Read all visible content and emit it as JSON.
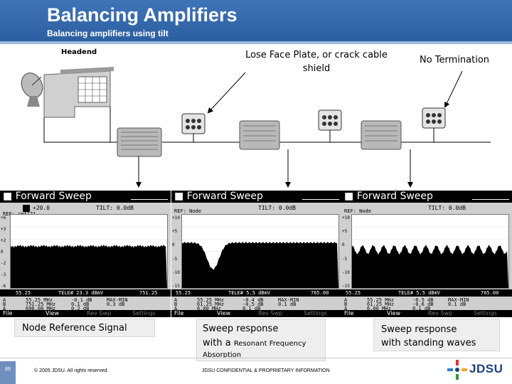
{
  "header": {
    "title": "Balancing Amplifiers",
    "subtitle": "Balancing amplifiers using tilt"
  },
  "diagram": {
    "headend_label": "Headend",
    "callout_face_plate_line1": "Lose Face Plate, or crack cable",
    "callout_face_plate_line2": "shield",
    "callout_no_termination": "No Termination"
  },
  "screens": [
    {
      "title": "Forward Sweep",
      "ref": "REF: ref121",
      "ref_value": "+20.0",
      "tilt": "TILT: 0.0dB",
      "status_icon": "sync-icon",
      "y_ticks": [
        "+6",
        "+3",
        "+2",
        "0",
        "-2",
        "-3",
        "-6"
      ],
      "x_start": "55.25",
      "x_mid": "TELE# 23.3 dBmV",
      "x_end": "751.25",
      "marker_rows": [
        [
          "A",
          "55.25 MHz",
          "-0.1 dB",
          "MAX-MIN"
        ],
        [
          "B",
          "751.25 MHz",
          "0.1 dB",
          "0.3 dB"
        ],
        [
          "Δ",
          "696.00 MHz",
          "0.2 dB",
          ""
        ]
      ],
      "menu": [
        "File",
        "View",
        "Rev Swp",
        "Settings"
      ],
      "trace": "flat"
    },
    {
      "title": "Forward Sweep",
      "ref": "REF: Node",
      "ref_value": "",
      "tilt": "TILT: 0.0dB",
      "status_icon": "",
      "y_ticks": [
        "+10",
        "+5",
        "0",
        "-5",
        "-10",
        "-15"
      ],
      "x_start": "55.25",
      "x_mid": "TELE# 5.5 dBmV",
      "x_end": "765.00",
      "marker_rows": [
        [
          "A",
          "55.25 MHz",
          "-0.4 dB",
          "MAX-MIN"
        ],
        [
          "B",
          "61.25 MHz",
          "-0.5 dB",
          "0.1 dB"
        ],
        [
          "Δ",
          "6.00 MHz",
          "0.1 dB",
          ""
        ]
      ],
      "menu": [
        "File",
        "View",
        "Rev Swp",
        "Settings"
      ],
      "trace": "notch"
    },
    {
      "title": "Forward Sweep",
      "ref": "REF: Node",
      "ref_value": "",
      "tilt": "TILT: 0.0dB",
      "status_icon": "",
      "y_ticks": [
        "+10",
        "+5",
        "0",
        "-5",
        "-10",
        "-15"
      ],
      "x_start": "55.25",
      "x_mid": "TELE# 5.5 dBmV",
      "x_end": "765.00",
      "marker_rows": [
        [
          "A",
          "55.25 MHz",
          "-0.5 dB",
          "MAX-MIN"
        ],
        [
          "B",
          "61.25 MHz",
          "-0.6 dB",
          "0.1 dB"
        ],
        [
          "Δ",
          "6.00 MHz",
          "0.1 dB",
          ""
        ]
      ],
      "menu": [
        "File",
        "View",
        "Rev Swp",
        "Settings"
      ],
      "trace": "waves"
    }
  ],
  "captions": {
    "caption1": "Node Reference Signal",
    "caption2_line1": "Sweep response",
    "caption2_line2a": "with a ",
    "caption2_line2b": "Resonant Frequency",
    "caption2_line3": "Absorption",
    "caption3_line1": "Sweep response",
    "caption3_line2": "with standing waves"
  },
  "footer": {
    "page_number": "69",
    "copyright": "© 2005 JDSU. All rights reserved.",
    "confidential": "JDSU CONFIDENTIAL & PROPRIETARY INFORMATION",
    "logo_text": "JDSU"
  },
  "colors": {
    "header_blue": "#2f63a8",
    "caption_bg": "#eeeeee",
    "screen_bg": "#cfcfcf"
  }
}
